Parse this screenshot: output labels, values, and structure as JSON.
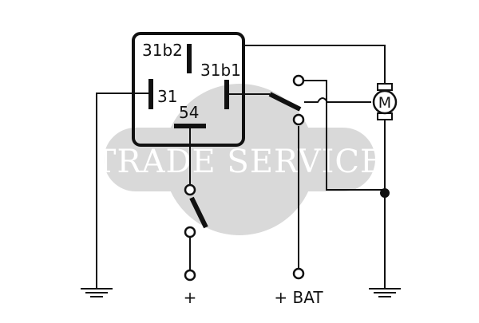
{
  "watermark": {
    "text": "TRADE SERVICE",
    "color": "#d9d9d9"
  },
  "relay": {
    "terminals": {
      "t31b2": "31b2",
      "t31b1": "31b1",
      "t31": "31",
      "t54": "54"
    }
  },
  "components": {
    "motor_symbol": "M"
  },
  "terminal_labels": {
    "plus": "+",
    "plus_bat": "+ BAT"
  },
  "colors": {
    "line": "#111111",
    "background": "#ffffff"
  }
}
